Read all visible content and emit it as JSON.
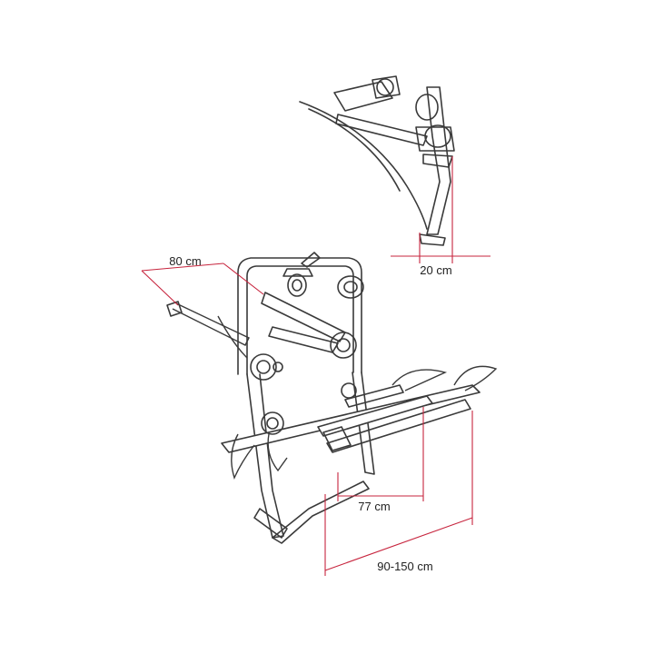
{
  "dimensions": {
    "top_depth": "80 cm",
    "side_offset": "20 cm",
    "platform_depth": "77 cm",
    "wheel_span": "90-150 cm"
  },
  "colors": {
    "line": "#3a3a3a",
    "dimension": "#c7253e",
    "background": "#ffffff"
  }
}
